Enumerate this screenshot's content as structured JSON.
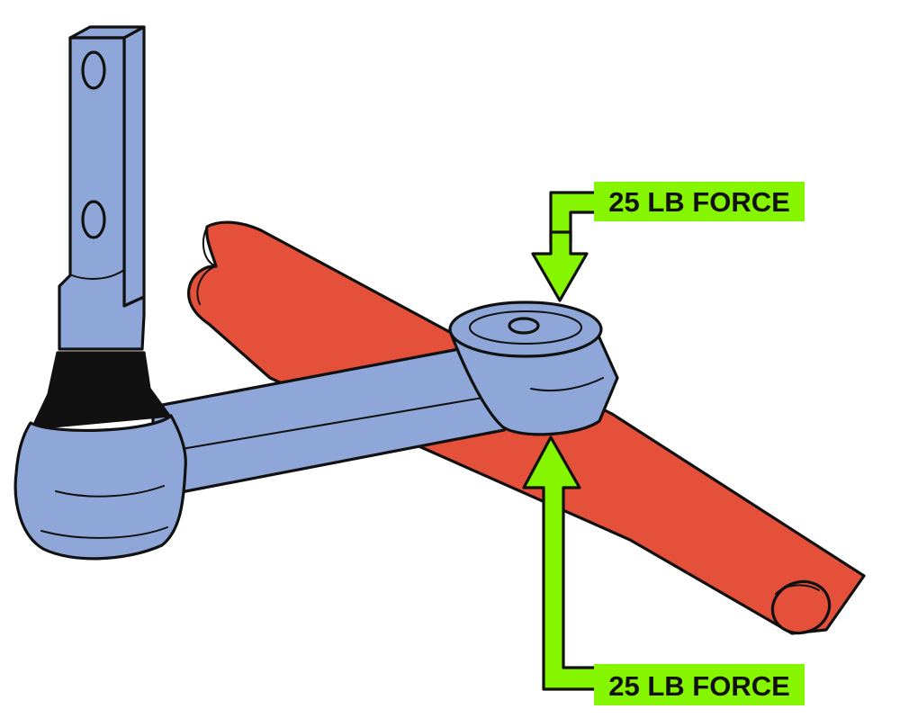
{
  "colors": {
    "arm": "#8ea7d8",
    "shaft": "#e4503a",
    "boot": "#111111",
    "callout": "#86f500",
    "outline": "#111111"
  },
  "labels": {
    "top_force": "25 LB FORCE",
    "bottom_force": "25 LB FORCE"
  },
  "icons": {
    "top_arrow": "down-arrow",
    "bottom_arrow": "up-arrow"
  }
}
